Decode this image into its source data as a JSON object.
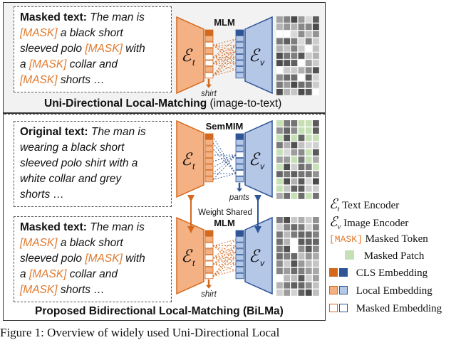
{
  "top_box": {
    "label": "Masked text:",
    "lines": [
      [
        {
          "t": " The man is",
          "c": "n"
        }
      ],
      [
        {
          "t": "[MASK]",
          "c": "m"
        },
        {
          "t": " a black short",
          "c": "n"
        }
      ],
      [
        {
          "t": "sleeved polo ",
          "c": "n"
        },
        {
          "t": "[MASK]",
          "c": "m"
        },
        {
          "t": " with",
          "c": "n"
        }
      ],
      [
        {
          "t": "a ",
          "c": "n"
        },
        {
          "t": "[MASK]",
          "c": "m"
        },
        {
          "t": "  collar and",
          "c": "n"
        }
      ],
      [
        {
          "t": "[MASK]",
          "c": "m"
        },
        {
          "t": " shorts …",
          "c": "n"
        }
      ]
    ]
  },
  "mid_box": {
    "label": "Original text:",
    "lines": [
      [
        {
          "t": " The man is",
          "c": "n"
        }
      ],
      [
        {
          "t": "wearing a black short",
          "c": "n"
        }
      ],
      [
        {
          "t": "sleeved polo shirt with a",
          "c": "n"
        }
      ],
      [
        {
          "t": "white collar and grey",
          "c": "n"
        }
      ],
      [
        {
          "t": "shorts …",
          "c": "n"
        }
      ]
    ]
  },
  "bot_box": {
    "label": "Masked text:",
    "lines": [
      [
        {
          "t": " The man is",
          "c": "n"
        }
      ],
      [
        {
          "t": "[MASK]",
          "c": "m"
        },
        {
          "t": " a black short",
          "c": "n"
        }
      ],
      [
        {
          "t": "sleeved polo ",
          "c": "n"
        },
        {
          "t": "[MASK]",
          "c": "m"
        },
        {
          "t": " with",
          "c": "n"
        }
      ],
      [
        {
          "t": "a ",
          "c": "n"
        },
        {
          "t": "[MASK]",
          "c": "m"
        },
        {
          "t": "  collar and",
          "c": "n"
        }
      ],
      [
        {
          "t": "[MASK]",
          "c": "m"
        },
        {
          "t": " shorts …",
          "c": "n"
        }
      ]
    ]
  },
  "top_caption": {
    "bold": "Uni-Directional Local-Matching",
    "normal": " (image-to-text)"
  },
  "bottom_caption": "Proposed Bidirectional Local-Matching (BiLMa)",
  "labels": {
    "mlm_top": "MLM",
    "semmim": "SemMIM",
    "mlm_bottom": "MLM",
    "shirt_top": "shirt",
    "pants": "pants",
    "shirt_bottom": "shirt",
    "weight_shared": "Weight Shared",
    "enc_t": "ℰ",
    "enc_t_sub": "t",
    "enc_v": "ℰ",
    "enc_v_sub": "v"
  },
  "legend": {
    "text_encoder_sym": "ℰ",
    "text_encoder_sub": "t",
    "text_encoder": "Text Encoder",
    "image_encoder_sym": "ℰ",
    "image_encoder_sub": "v",
    "image_encoder": "Image Encoder",
    "masked_token_tag": "[MASK]",
    "masked_token": "Masked Token",
    "masked_patch": "Masked Patch",
    "cls_embedding": "CLS Embedding",
    "local_embedding": "Local Embedding",
    "masked_embedding": "Masked Embedding"
  },
  "figure_caption": "Figure 1: Overview of widely used Uni-Directional Local",
  "colors": {
    "orange_fill": "#f4b183",
    "orange_dark": "#d4691e",
    "blue_fill": "#b4c7e7",
    "blue_dark": "#2f5597",
    "mask_text": "#e07a2e",
    "green_patch": "#c5e0b4"
  }
}
